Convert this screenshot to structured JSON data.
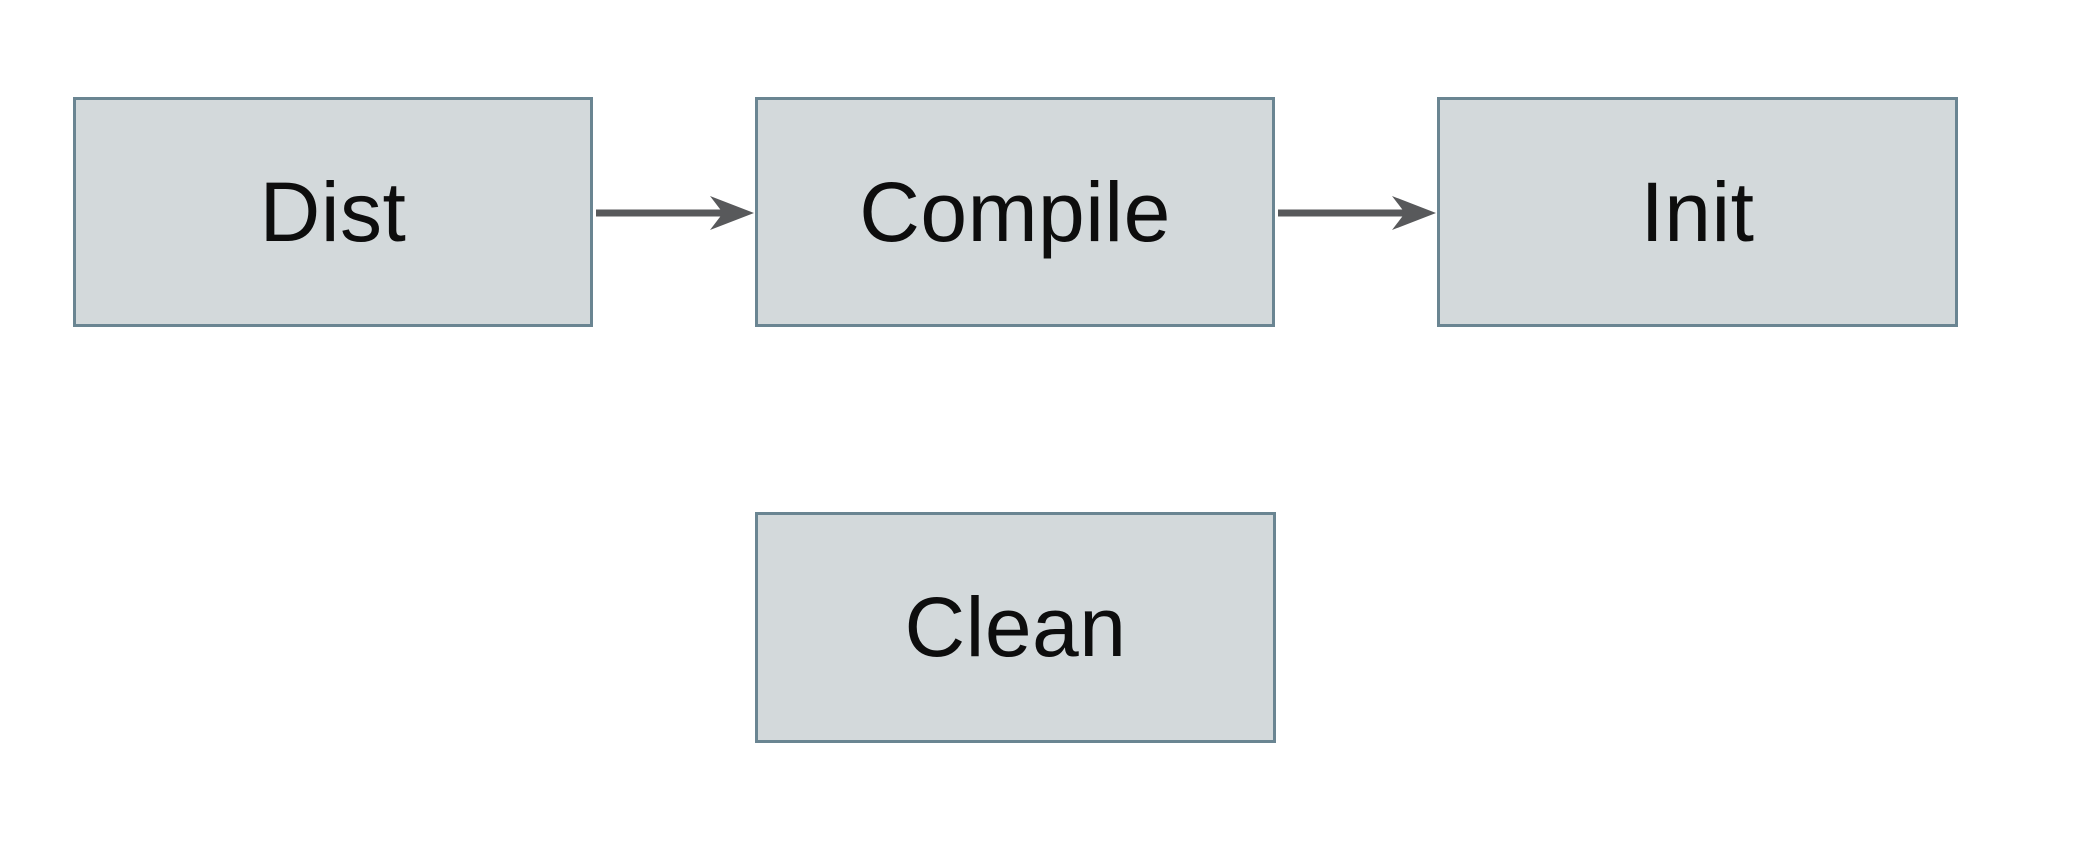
{
  "diagram": {
    "nodes": [
      {
        "id": "dist",
        "label": "Dist"
      },
      {
        "id": "compile",
        "label": "Compile"
      },
      {
        "id": "init",
        "label": "Init"
      },
      {
        "id": "clean",
        "label": "Clean"
      }
    ],
    "edges": [
      {
        "from": "Dist",
        "to": "Compile",
        "direction": "right"
      },
      {
        "from": "Compile",
        "to": "Init",
        "direction": "right"
      }
    ],
    "colors": {
      "background": "#ffffff",
      "node_fill": "#d3d9db",
      "node_border": "#6a8592",
      "arrow": "#58595b",
      "text": "#0d0d0d"
    }
  }
}
